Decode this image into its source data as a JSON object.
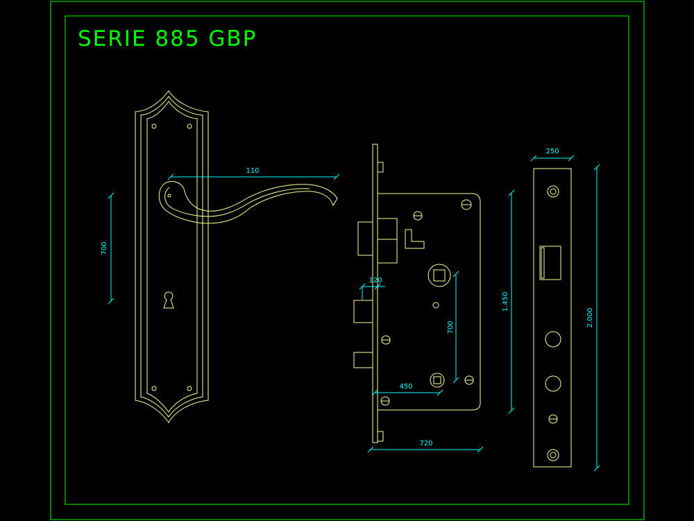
{
  "title": "SERIE 885 GBP",
  "colors": {
    "background": "#000000",
    "frame": "#00ff00",
    "geometry": "#ffff99",
    "dimension": "#00ffff",
    "title": "#00ff00"
  },
  "dimensions": {
    "handle_width": "110",
    "handle_height": "700",
    "backset": "120",
    "spindle_to_key": "700",
    "lock_height": "1.450",
    "key_offset": "450",
    "case_width": "720",
    "strike_width": "250",
    "strike_height": "2.000"
  }
}
